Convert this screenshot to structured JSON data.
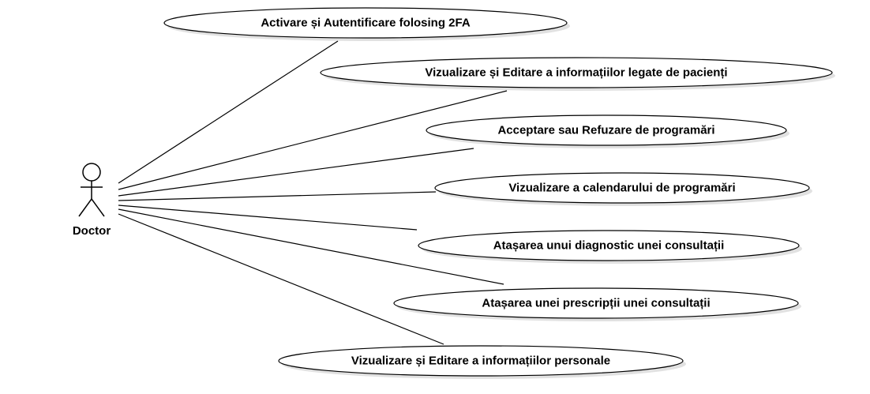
{
  "actor": {
    "name": "Doctor"
  },
  "use_cases": [
    {
      "label": "Activare și Autentificare folosing 2FA"
    },
    {
      "label": "Vizualizare și Editare a informațiilor legate de  pacienți"
    },
    {
      "label": "Acceptare sau Refuzare de programări"
    },
    {
      "label": "Vizualizare a calendarului de programări"
    },
    {
      "label": "Atașarea unui diagnostic unei consultații"
    },
    {
      "label": "Atașarea unei prescripții unei consultații"
    },
    {
      "label": "Vizualizare și Editare a informațiilor personale"
    }
  ],
  "colors": {
    "stroke": "#000000",
    "fill": "#ffffff",
    "shadow": "#c8c8c8",
    "text": "#000000"
  }
}
